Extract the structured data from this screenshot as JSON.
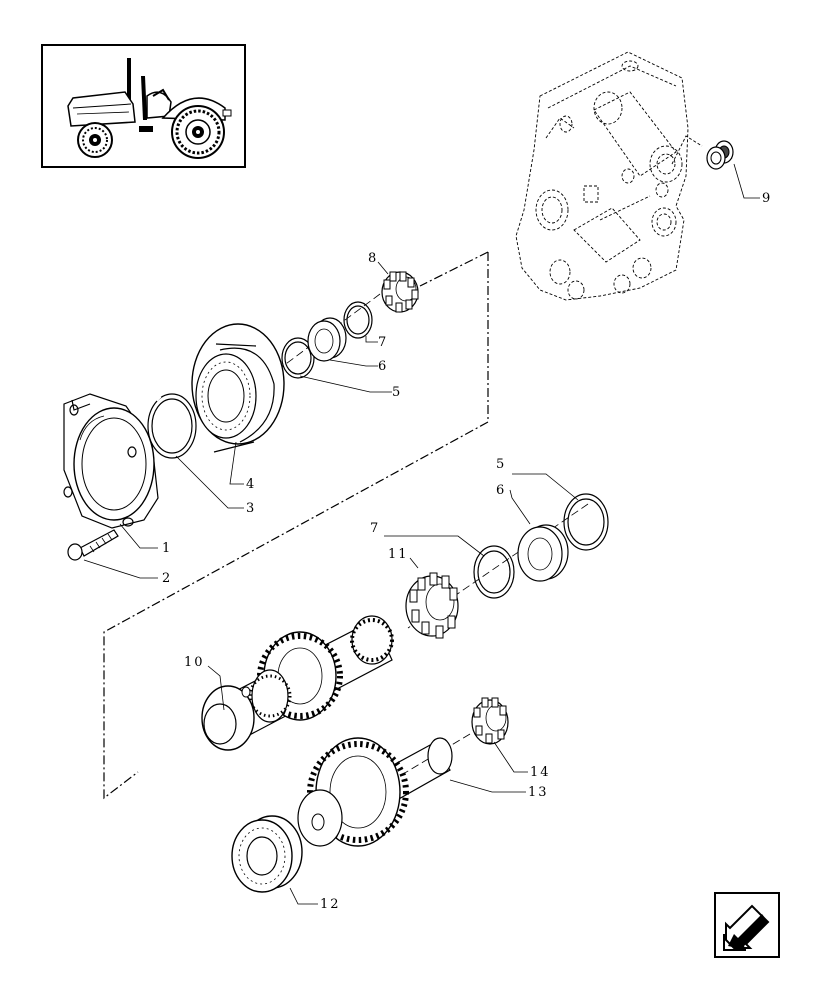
{
  "callouts": [
    {
      "id": "c1",
      "text": "1"
    },
    {
      "id": "c2",
      "text": "2"
    },
    {
      "id": "c3",
      "text": "3"
    },
    {
      "id": "c4",
      "text": "4"
    },
    {
      "id": "c5a",
      "text": "5"
    },
    {
      "id": "c6a",
      "text": "6"
    },
    {
      "id": "c7a",
      "text": "7"
    },
    {
      "id": "c8",
      "text": "8"
    },
    {
      "id": "c9",
      "text": "9"
    },
    {
      "id": "c5b",
      "text": "5"
    },
    {
      "id": "c6b",
      "text": "6"
    },
    {
      "id": "c7b",
      "text": "7"
    },
    {
      "id": "c11",
      "text": "11"
    },
    {
      "id": "c10",
      "text": "10"
    },
    {
      "id": "c14",
      "text": "14"
    },
    {
      "id": "c13",
      "text": "13"
    },
    {
      "id": "c12",
      "text": "12"
    }
  ],
  "thumbnail": {
    "icon": "tractor-icon"
  },
  "navigation": {
    "icon": "previous-page-arrow-icon"
  }
}
